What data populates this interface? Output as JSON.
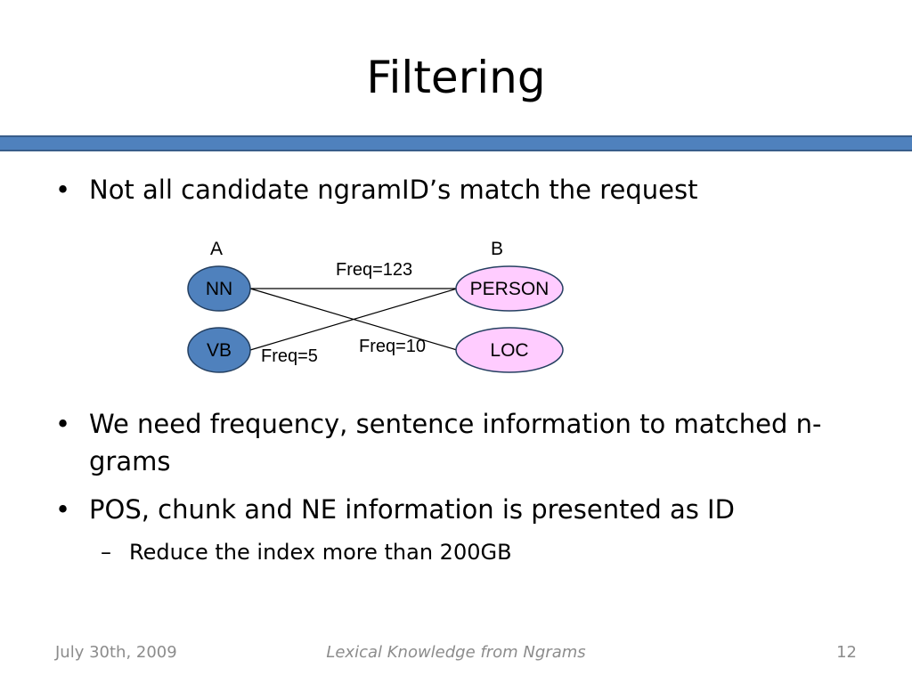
{
  "slide": {
    "title": "Filtering",
    "bullets": [
      {
        "marker": "•",
        "text": "Not all candidate ngramID’s match the request"
      },
      {
        "marker": "•",
        "text": "We need frequency, sentence information to matched n-grams"
      },
      {
        "marker": "•",
        "text": "POS, chunk and NE information is presented as ID"
      }
    ],
    "sub_bullets": [
      {
        "marker": "–",
        "text": "Reduce the index more than 200GB"
      }
    ]
  },
  "diagram": {
    "column_a_label": "A",
    "column_b_label": "B",
    "nodes": {
      "nn": "NN",
      "vb": "VB",
      "person": "PERSON",
      "loc": "LOC"
    },
    "edges": {
      "nn_person": "Freq=123",
      "vb_person": "Freq=5",
      "nn_loc": "Freq=10"
    },
    "colors": {
      "left_node_fill": "#4f81bd",
      "left_node_stroke": "#243f60",
      "right_node_fill": "#ffccff",
      "right_node_stroke": "#243f60",
      "accent_bar": "#4f81bd"
    }
  },
  "footer": {
    "date": "July 30th, 2009",
    "center": "Lexical Knowledge from Ngrams",
    "page": "12"
  }
}
